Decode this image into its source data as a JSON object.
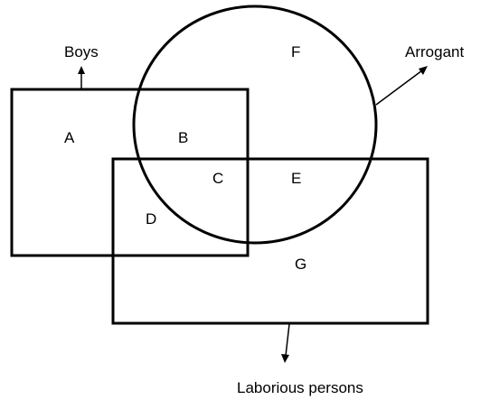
{
  "sets": {
    "boys": "Boys",
    "arrogant": "Arrogant",
    "laborious": "Laborious persons"
  },
  "regions": {
    "a": "A",
    "b": "B",
    "c": "C",
    "d": "D",
    "e": "E",
    "f": "F",
    "g": "G"
  },
  "colors": {
    "stroke": "#000000",
    "background": "#ffffff"
  }
}
